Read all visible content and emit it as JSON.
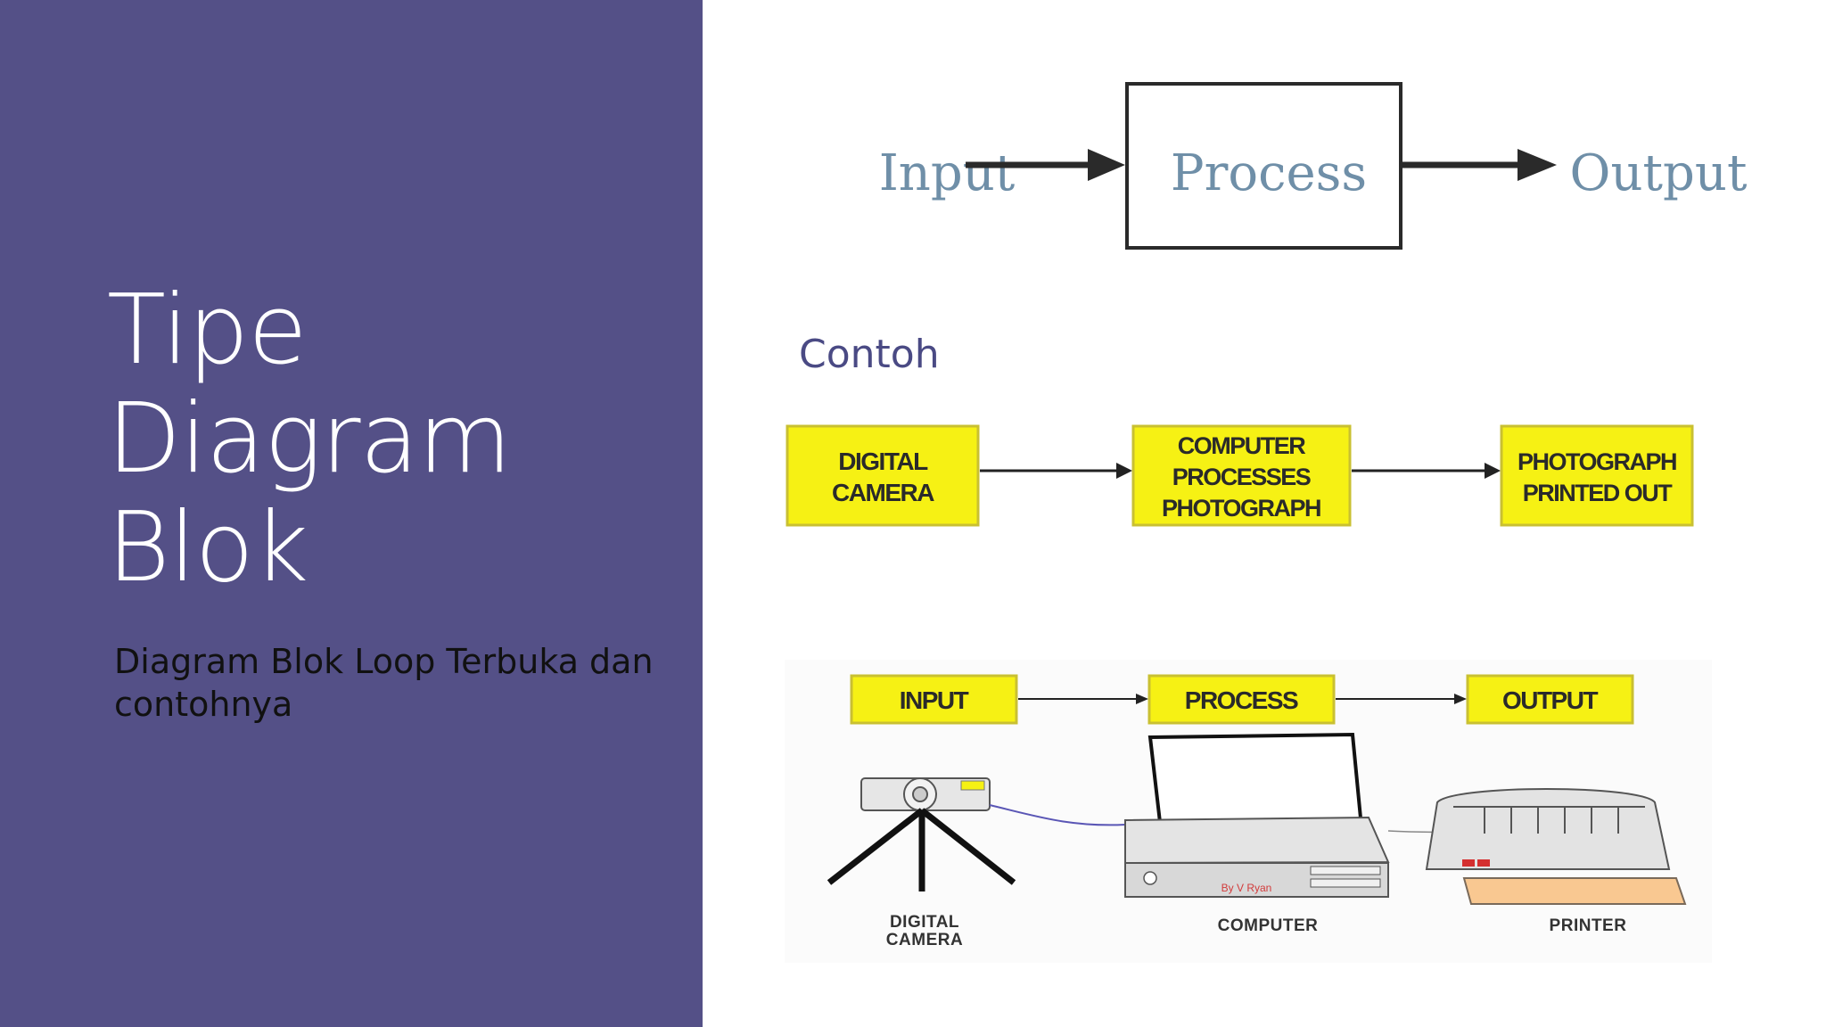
{
  "slide": {
    "title_lines": [
      "Tipe",
      "Diagram",
      "Blok"
    ],
    "subtitle": "Diagram Blok Loop Terbuka dan contohnya",
    "example_label": "Contoh"
  },
  "diagram_top": {
    "input": "Input",
    "process": "Process",
    "output": "Output"
  },
  "diagram_camera": {
    "block1": [
      "DIGITAL",
      "CAMERA"
    ],
    "block2": [
      "COMPUTER",
      "PROCESSES",
      "PHOTOGRAPH"
    ],
    "block3": [
      "PHOTOGRAPH",
      "PRINTED OUT"
    ]
  },
  "diagram_devices": {
    "input": "INPUT",
    "process": "PROCESS",
    "output": "OUTPUT",
    "camera_caption": [
      "DIGITAL",
      "CAMERA"
    ],
    "computer_caption": "COMPUTER",
    "printer_caption": "PRINTER",
    "credit": "By V Ryan"
  },
  "colors": {
    "left_panel": "#545087",
    "block_fill": "#f6f114",
    "paper": "#f9c891"
  }
}
